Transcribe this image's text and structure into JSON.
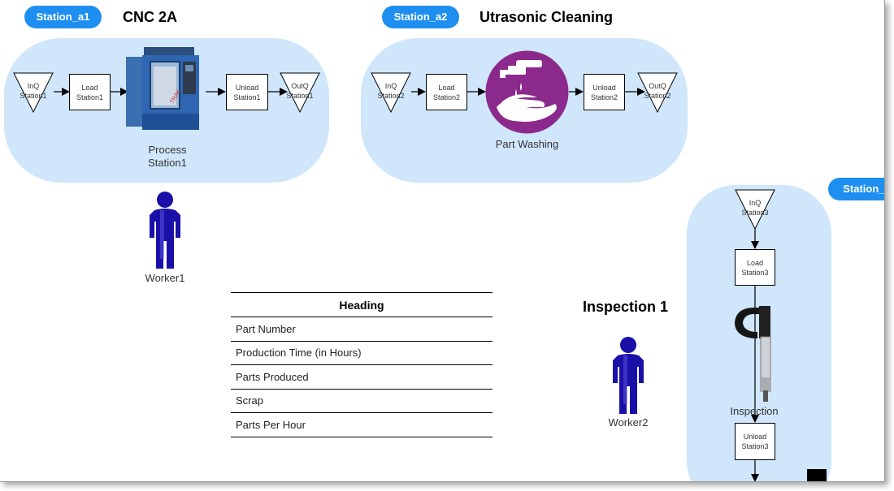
{
  "stations": [
    {
      "badge": "Station_a1",
      "title": "CNC 2A",
      "inq": [
        "InQ",
        "Station1"
      ],
      "load": [
        "Load",
        "Station1"
      ],
      "unload": [
        "Unload",
        "Station1"
      ],
      "outq": [
        "OutQ",
        "Station1"
      ],
      "process": [
        "Process",
        "Station1"
      ],
      "process_icon": "cnc-machine-icon"
    },
    {
      "badge": "Station_a2",
      "title": "Utrasonic Cleaning",
      "inq": [
        "InQ",
        "Station2"
      ],
      "load": [
        "Load",
        "Station2"
      ],
      "unload": [
        "Unload",
        "Station2"
      ],
      "outq": [
        "OutQ",
        "Station2"
      ],
      "process": [
        "Part Washing"
      ],
      "process_icon": "part-washing-icon"
    },
    {
      "badge": "Station_a",
      "title": "Inspection 1",
      "inq": [
        "InQ",
        "Station3"
      ],
      "load": [
        "Load",
        "Station3"
      ],
      "unload": [
        "Unload",
        "Station3"
      ],
      "process": [
        "Inspection"
      ],
      "process_icon": "micrometer-icon"
    }
  ],
  "workers": [
    {
      "label": "Worker1",
      "icon": "worker-icon"
    },
    {
      "label": "Worker2",
      "icon": "worker-icon"
    }
  ],
  "table": {
    "heading": "Heading",
    "rows": [
      "Part Number",
      "Production Time (in Hours)",
      "Parts Produced",
      "Scrap",
      "Parts Per Hour"
    ]
  },
  "colors": {
    "badge": "#1e8ff0",
    "panel": "#cfe6fb",
    "worker": "#1a10a8",
    "washing": "#8b2a8c"
  }
}
